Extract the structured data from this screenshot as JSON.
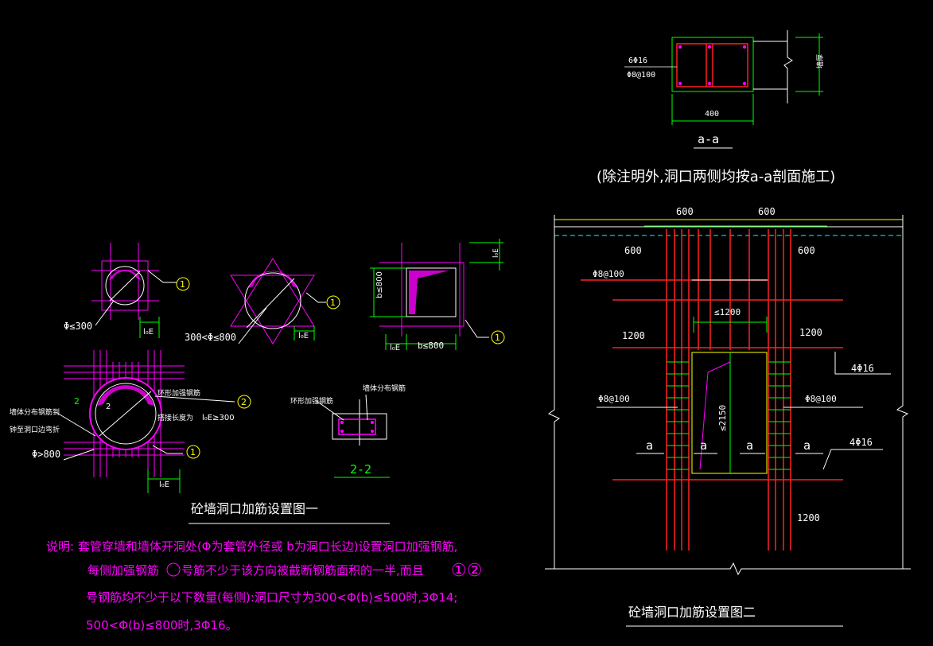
{
  "colors": {
    "background": "#000000",
    "magenta": "#ff00ff",
    "red": "#ff2020",
    "white": "#ffffff",
    "green": "#00ff00",
    "yellow": "#ffff00",
    "cyan": "#00ffff"
  },
  "section_aa": {
    "label_bars": "6Φ16",
    "label_stirrup": "Φ8@100",
    "dim_width": "400",
    "dim_right": "墙厚",
    "section_name": "a-a",
    "note": "(除注明外,洞口两侧均按a-a剖面施工)"
  },
  "diagram1": {
    "round_small_label": "Φ≤300",
    "round_mid_label": "300<Φ≤800",
    "rect_height_label": "b≤800",
    "rect_width_label": "b≤800",
    "lae": "l₀E",
    "circle_1": "1",
    "circle_2": "2",
    "big_left_label_1": "墙体分布钢筋到",
    "big_left_label_2": "钟至洞口边弯折",
    "big_phi_label": "Φ>800",
    "ring_bar_label": "环形加强钢筋",
    "anchor_label": "搭接长度为",
    "anchor_value": "l₀E≥300",
    "mark_2": "2",
    "sec22_ring": "环形加强钢筋",
    "sec22_wall": "墙体分布钢筋",
    "sec22_name": "2-2",
    "title": "砼墙洞口加筋设置图一"
  },
  "notes": {
    "line1": "说明: 套管穿墙和墙体开洞处(Φ为套管外径或 b为洞口长边)设置洞口加强钢筋,",
    "line2_a": "每侧加强钢筋",
    "line2_b": "号筋不少于该方向被截断钢筋面积的一半,而且",
    "line2_circles": "①②",
    "line3": "号钢筋均不少于以下数量(每侧):洞口尺寸为300<Φ(b)≤500时,3Φ14;",
    "line4": "500<Φ(b)≤800时,3Φ16。"
  },
  "diagram2": {
    "dim_600_a": "600",
    "dim_600_b": "600",
    "dim_600_c": "600",
    "dim_600_d": "600",
    "stirrup_top": "Φ8@100",
    "dim_1200_top": "≤1200",
    "dim_1200_l": "1200",
    "dim_1200_r": "1200",
    "bars_top": "4Φ16",
    "stirrup_l": "Φ8@100",
    "stirrup_r": "Φ8@100",
    "height": "≤2150",
    "a1": "a",
    "a2": "a",
    "a3": "a",
    "a4": "a",
    "bars_bottom": "4Φ16",
    "dim_1200_bottom": "1200",
    "title": "砼墙洞口加筋设置图二"
  }
}
